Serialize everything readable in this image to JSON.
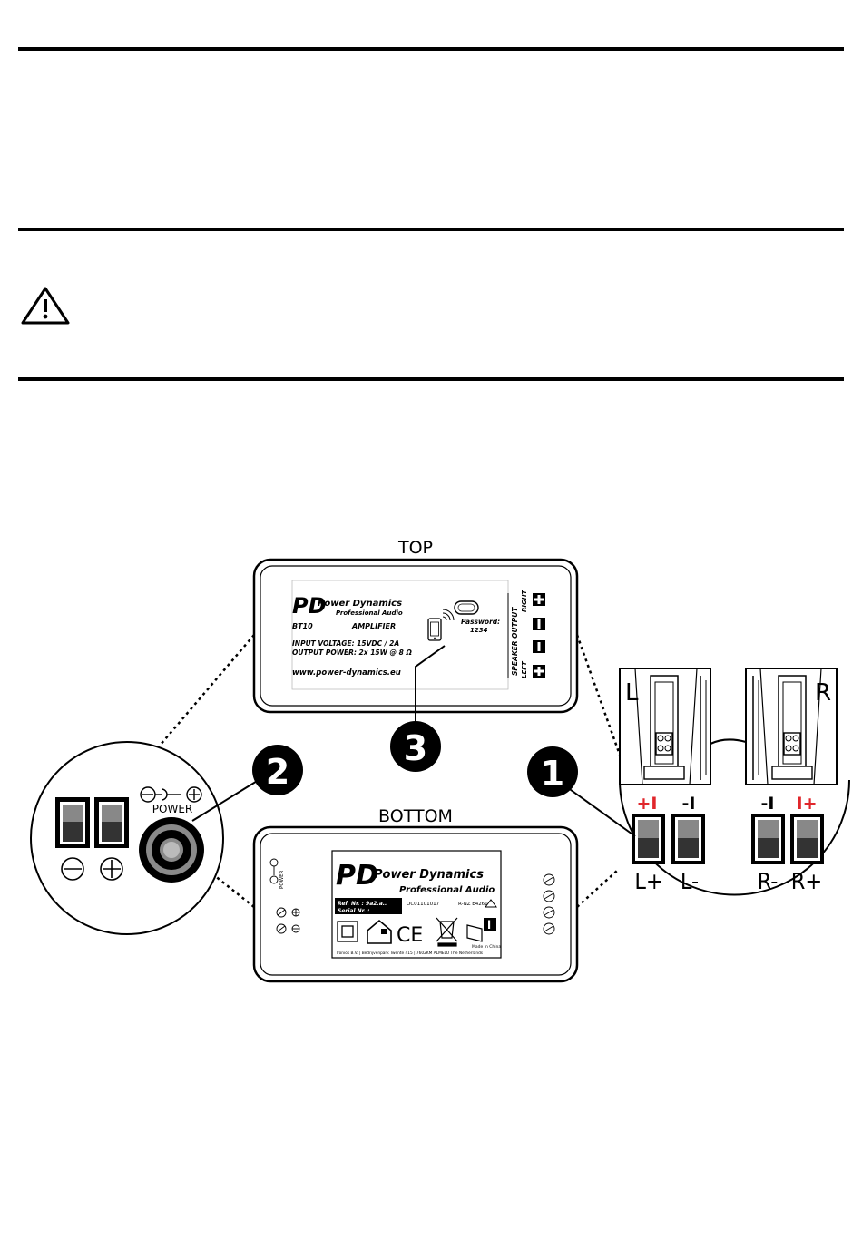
{
  "top_label": "TOP",
  "bottom_label": "BOTTOM",
  "callouts": [
    "1",
    "2",
    "3"
  ],
  "top_panel": {
    "brand": "Power Dynamics",
    "brand_sub": "Professional Audio",
    "model": "BT10",
    "type": "AMPLIFIER",
    "input_voltage": "INPUT VOLTAGE:    15VDC / 2A",
    "output_power": "OUTPUT POWER: 2x 15W @ 8 Ω",
    "website": "www.power-dynamics.eu",
    "password_label": "Password:",
    "password_value": "1234",
    "speaker_output": "SPEAKER OUTPUT",
    "right": "RIGHT",
    "left": "LEFT"
  },
  "bottom_panel": {
    "brand": "Power Dynamics",
    "brand_sub": "Professional Audio",
    "ref": "Ref. Nr.   : 9a2.a..",
    "serial": "Serial Nr. :",
    "cert": "OC01101017",
    "rnz": "R-NZ E4261",
    "ce": "CE",
    "made_in": "Made in China",
    "address": "Tronios B.V. | Bedrijvenpark Twente 415 | 7602KM ALMELO The Netherlands",
    "power": "POWER"
  },
  "detail_left": {
    "power_label": "POWER",
    "minus": "⊖",
    "plus": "⊕"
  },
  "detail_right": {
    "speaker_left": "L",
    "speaker_right": "R",
    "top_marks": [
      "+I",
      "-I",
      "-I",
      "I+"
    ],
    "terminals": [
      "L+",
      "L-",
      "R-",
      "R+"
    ]
  },
  "colors": {
    "polarity_red": "#e0262b",
    "ink": "#000000"
  }
}
